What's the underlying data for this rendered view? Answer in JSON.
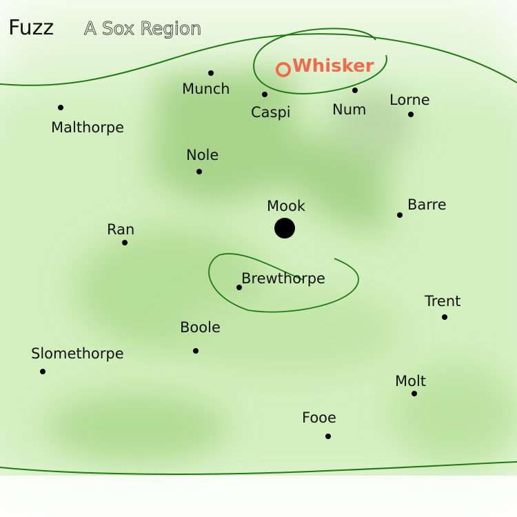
{
  "title": "Fuzz",
  "subtitle": "A Sox Region",
  "colors": {
    "land_light": "#e4f6d6",
    "land_mid": "#c9eab2",
    "land_dark": "#a8d48a",
    "border": "#1e7a12",
    "highlight": "#f26a4a",
    "dot": "#000000"
  },
  "places": {
    "whisker": "Whisker",
    "munch": "Munch",
    "caspi": "Caspi",
    "num": "Num",
    "lorne": "Lorne",
    "malthorpe": "Malthorpe",
    "nole": "Nole",
    "mook": "Mook",
    "barre": "Barre",
    "ran": "Ran",
    "brewthorpe": "Brewthorpe",
    "trent": "Trent",
    "boole": "Boole",
    "slomethorpe": "Slomethorpe",
    "molt": "Molt",
    "fooe": "Fooe"
  }
}
